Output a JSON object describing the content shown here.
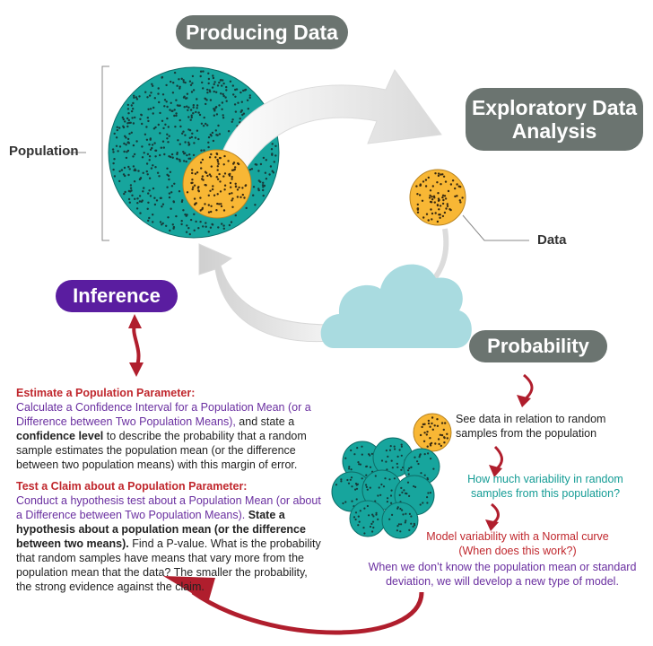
{
  "labels": {
    "producing_data": "Producing Data",
    "eda_line1": "Exploratory Data",
    "eda_line2": "Analysis",
    "probability": "Probability",
    "inference": "Inference",
    "population": "Population",
    "data": "Data"
  },
  "estimate": {
    "heading": "Estimate a Population Parameter:",
    "link": "Calculate a Confidence Interval for a Population Mean (or a Difference between Two Population Means),",
    "text1": " and state a ",
    "bold": "confidence level",
    "text2": " to describe the probability that a random sample estimates the population mean (or the difference between two population means) with this margin of error."
  },
  "test": {
    "heading": "Test a Claim about a Population Parameter:",
    "link": "Conduct a hypothesis test about a Population Mean (or about a Difference between Two Population Means).",
    "bold": " State a hypothesis about a population mean (or the difference between two means).",
    "text": " Find a P-value. What is the probability that random samples have means that vary more from the population mean that the data? The smaller the probability, the strong evidence against the claim."
  },
  "probability_flow": {
    "see_data": "See data in relation to random samples from the population",
    "variability": "How much variability in random samples from this population?",
    "normal_line1": "Model variability with a Normal curve",
    "normal_line2": "(When does this work?)",
    "unknown": "When we don’t know the population mean or standard deviation, we will develop a new type of model."
  },
  "colors": {
    "teal": "#17a59d",
    "orange": "#f8b735",
    "pill_gray": "#6b7470",
    "inference_purple": "#5a1da0",
    "cloud": "#a9dbe0",
    "arrow_red": "#b01e2d"
  }
}
